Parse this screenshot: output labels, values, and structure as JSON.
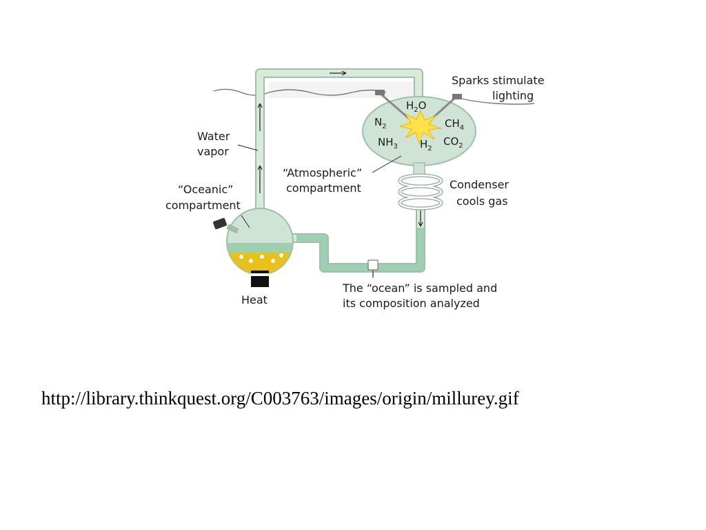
{
  "diagram": {
    "labels": {
      "sparks": "Sparks stimulate",
      "sparks2": "lighting",
      "water": "Water",
      "water2": "vapor",
      "atmo": "“Atmospheric”",
      "atmo2": "compartment",
      "oceanic": "“Oceanic”",
      "oceanic2": "compartment",
      "condenser": "Condenser",
      "condenser2": "cools gas",
      "heat": "Heat",
      "ocean": "The “ocean” is sampled and",
      "ocean2": "its composition analyzed"
    },
    "chemicals": {
      "water": {
        "base": "H",
        "sub": "2",
        "tail": "O"
      },
      "nitrogen": {
        "base": "N",
        "sub": "2"
      },
      "methane": {
        "base": "CH",
        "sub": "4"
      },
      "ammonia": {
        "base": "NH",
        "sub": "3"
      },
      "hydrogen": {
        "base": "H",
        "sub": "2"
      },
      "carbon_dioxide": {
        "base": "CO",
        "sub": "2"
      }
    },
    "colors": {
      "glass": "#cfe3d6",
      "glass_outline": "#9fbfab",
      "spark": "#ffe14a",
      "liquid": "#e8c21a",
      "water": "#9ecfb0"
    }
  },
  "footer": {
    "url": "http://library.thinkquest.org/C003763/images/origin/millurey.gif"
  }
}
